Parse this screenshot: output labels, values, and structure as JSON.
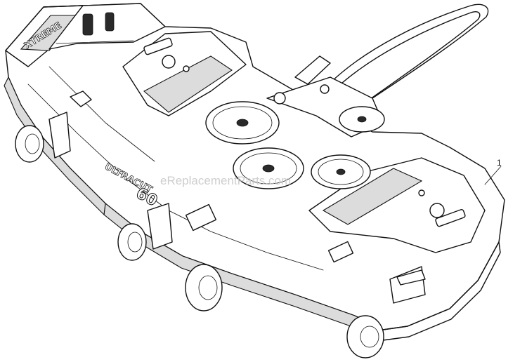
{
  "diagram": {
    "callouts": [
      {
        "label": "1"
      }
    ],
    "deck_branding": {
      "model_text": "ULTRACUT",
      "size_text": "60",
      "rear_brand_text": "XTREME"
    },
    "watermark": "eReplacementParts.com"
  }
}
